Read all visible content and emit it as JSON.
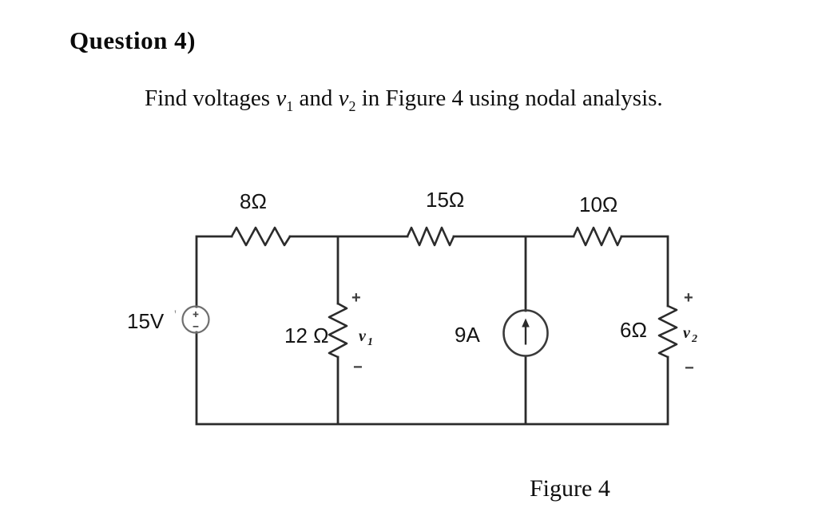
{
  "page": {
    "title": "Question 4)",
    "statement": {
      "lead": "Find voltages ",
      "var1_symbol": "v",
      "var1_sub": "1",
      "middle": " and ",
      "var2_symbol": "v",
      "var2_sub": "2",
      "tail": " in Figure 4 using nodal analysis."
    },
    "figure_caption": "Figure 4"
  },
  "circuit": {
    "colors": {
      "wire": "#2b2b2b",
      "voltage_source_ring": "#6f6f6f",
      "label_text": "#141414"
    },
    "voltage_source": {
      "label": "15V"
    },
    "scan_tick": "'",
    "resistor_8": {
      "label": "8Ω"
    },
    "resistor_15": {
      "label": "15Ω"
    },
    "resistor_10": {
      "label": "10Ω"
    },
    "resistor_12": {
      "label": "12 Ω"
    },
    "resistor_6": {
      "label": "6Ω"
    },
    "current_source": {
      "label": "9A"
    },
    "v1": {
      "plus": "+",
      "symbol": "v",
      "sub": "1",
      "minus": "−"
    },
    "v2": {
      "plus": "+",
      "symbol": "v",
      "sub": "2",
      "minus": "−"
    }
  }
}
